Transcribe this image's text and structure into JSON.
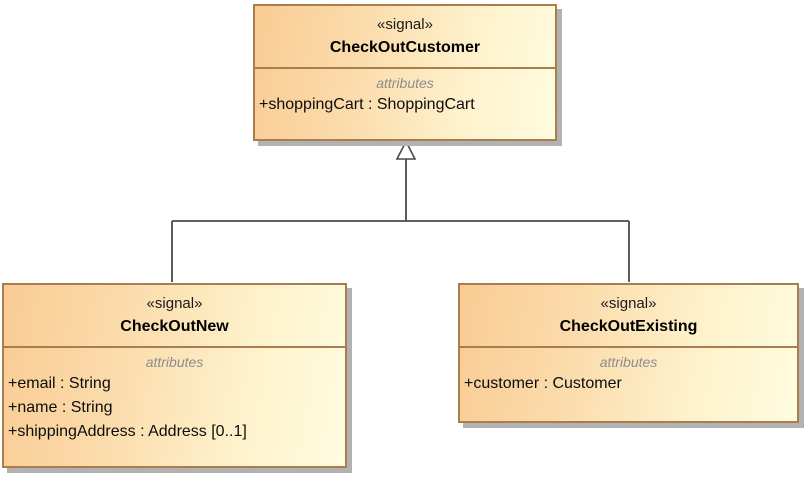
{
  "diagram": {
    "type": "uml-class-diagram",
    "classes": {
      "checkOutCustomer": {
        "stereotype": "«signal»",
        "name": "CheckOutCustomer",
        "section_label": "attributes",
        "attributes": [
          "+shoppingCart : ShoppingCart"
        ]
      },
      "checkOutNew": {
        "stereotype": "«signal»",
        "name": "CheckOutNew",
        "section_label": "attributes",
        "attributes": [
          "+email : String",
          "+name : String",
          "+shippingAddress : Address [0..1]"
        ]
      },
      "checkOutExisting": {
        "stereotype": "«signal»",
        "name": "CheckOutExisting",
        "section_label": "attributes",
        "attributes": [
          "+customer : Customer"
        ]
      }
    },
    "relationships": [
      {
        "type": "generalization",
        "from": "CheckOutNew",
        "to": "CheckOutCustomer"
      },
      {
        "type": "generalization",
        "from": "CheckOutExisting",
        "to": "CheckOutCustomer"
      }
    ],
    "colors": {
      "box_fill_start": "#FACB94",
      "box_fill_end": "#FFFCE0",
      "box_border": "#A87E4E",
      "box_shadow": "#B2B2B2",
      "connector_line": "#4A4A4A",
      "arrowhead_fill": "#FFFFFF",
      "attributes_label_gray": "#8C8C8C",
      "text_black": "#000000",
      "background": "#FFFFFF"
    }
  }
}
